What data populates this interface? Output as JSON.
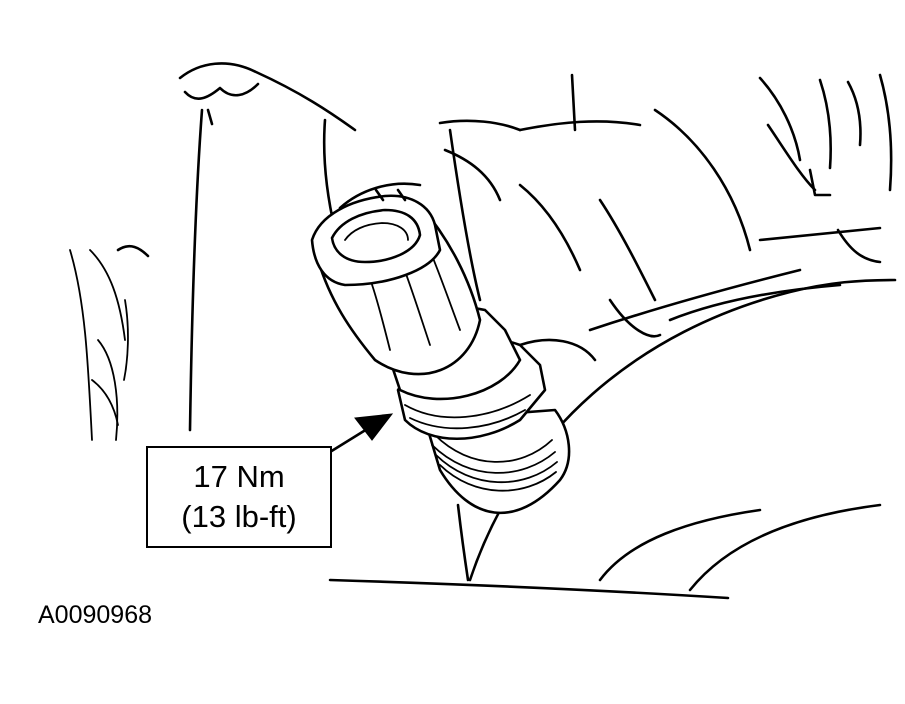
{
  "callout": {
    "torque_metric": "17 Nm",
    "torque_imperial": "(13 lb-ft)"
  },
  "figure_id": "A0090968"
}
